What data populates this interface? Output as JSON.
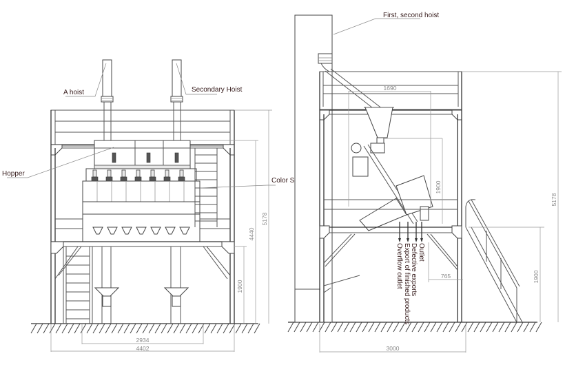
{
  "front_view": {
    "labels": {
      "hoist_a": "A hoist",
      "hoist_secondary": "Secondary Hoist",
      "hopper": "Hopper",
      "color_sorter": "Color Sorter"
    },
    "dimensions": {
      "total_height": "5178",
      "sorter_height": "4440",
      "platform_height": "1900",
      "inner_width": "2934",
      "overall_width": "4402"
    }
  },
  "side_view": {
    "labels": {
      "hoists": "First, second hoist",
      "outlet": "Outlet",
      "defective_exports": "Defective exports",
      "finished_products": "Export of finished products",
      "overflow_outlet": "Overflow outlet"
    },
    "dimensions": {
      "hopper_offset": "1690",
      "sorter_height": "1900",
      "outlet_offset": "765",
      "total_height": "5178",
      "platform_height": "1900",
      "overall_width": "3000"
    }
  }
}
